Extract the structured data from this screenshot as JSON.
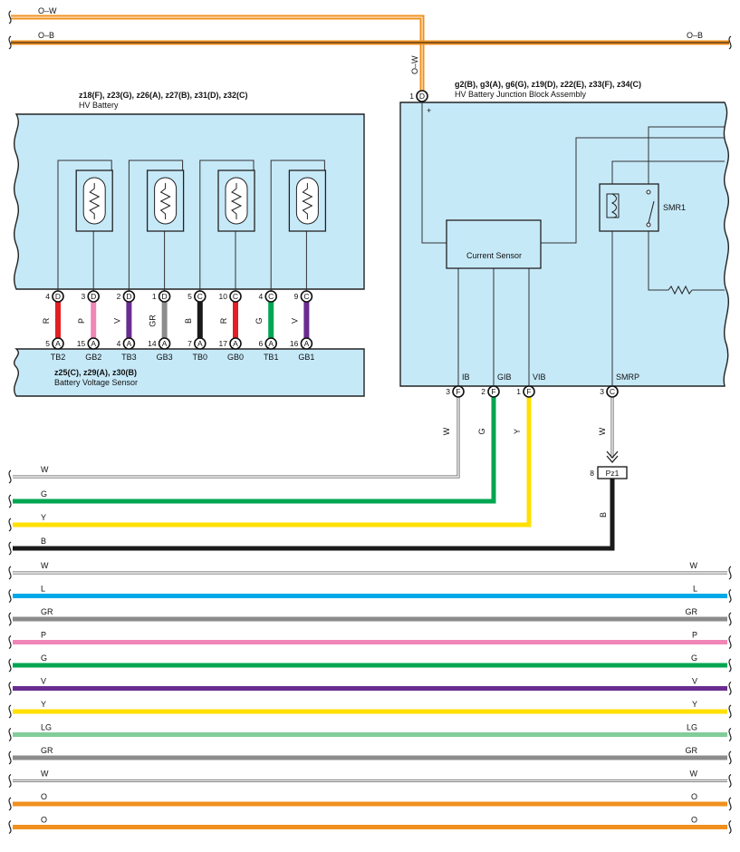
{
  "hv_battery": {
    "codes": "z18(F), z23(G), z26(A), z27(B), z31(D), z32(C)",
    "name": "HV Battery"
  },
  "battery_voltage_sensor": {
    "codes": "z25(C), z29(A), z30(B)",
    "name": "Battery Voltage Sensor"
  },
  "junction_block": {
    "codes": "g2(B), g3(A), g6(G), z19(D), z22(E), z33(F), z34(C)",
    "name": "HV Battery Junction Block Assembly",
    "current_sensor": "Current Sensor",
    "relay": "SMR1",
    "plus_sign": "+",
    "top_pin": {
      "num": "1",
      "letter": "D",
      "wire": "O–W"
    }
  },
  "top_wires": [
    {
      "label": "O–W",
      "color": "#f0901e"
    },
    {
      "label": "O–B",
      "color": "#f0901e"
    }
  ],
  "sensor_wires": [
    {
      "top_num": "4",
      "top_letter": "D",
      "wire": "R",
      "color": "#e31e24",
      "bot_num": "5",
      "bot_letter": "A",
      "name": "TB2"
    },
    {
      "top_num": "3",
      "top_letter": "D",
      "wire": "P",
      "color": "#ef86b6",
      "bot_num": "15",
      "bot_letter": "A",
      "name": "GB2"
    },
    {
      "top_num": "2",
      "top_letter": "D",
      "wire": "V",
      "color": "#6a2c8f",
      "bot_num": "4",
      "bot_letter": "A",
      "name": "TB3"
    },
    {
      "top_num": "1",
      "top_letter": "D",
      "wire": "GR",
      "color": "#8c8c8c",
      "bot_num": "14",
      "bot_letter": "A",
      "name": "GB3"
    },
    {
      "top_num": "5",
      "top_letter": "C",
      "wire": "B",
      "color": "#1a1a1a",
      "bot_num": "7",
      "bot_letter": "A",
      "name": "TB0"
    },
    {
      "top_num": "10",
      "top_letter": "C",
      "wire": "R",
      "color": "#e31e24",
      "bot_num": "17",
      "bot_letter": "A",
      "name": "GB0"
    },
    {
      "top_num": "4",
      "top_letter": "C",
      "wire": "G",
      "color": "#00a651",
      "bot_num": "6",
      "bot_letter": "A",
      "name": "TB1"
    },
    {
      "top_num": "9",
      "top_letter": "C",
      "wire": "V",
      "color": "#6a2c8f",
      "bot_num": "16",
      "bot_letter": "A",
      "name": "GB1"
    }
  ],
  "jb_pins": [
    {
      "name": "IB",
      "num": "3",
      "letter": "F",
      "wire": "W",
      "color": "#ffffff"
    },
    {
      "name": "GIB",
      "num": "2",
      "letter": "F",
      "wire": "G",
      "color": "#00a651"
    },
    {
      "name": "VIB",
      "num": "1",
      "letter": "F",
      "wire": "Y",
      "color": "#ffe000"
    },
    {
      "name": "SMRP",
      "num": "3",
      "letter": "C",
      "wire": "W",
      "color": "#ffffff"
    }
  ],
  "pz1": {
    "num": "8",
    "label": "Pz1",
    "wire": "B"
  },
  "left_wires": [
    {
      "label": "W",
      "color": "#ffffff"
    },
    {
      "label": "G",
      "color": "#00a651"
    },
    {
      "label": "Y",
      "color": "#ffe000"
    },
    {
      "label": "B",
      "color": "#1a1a1a"
    }
  ],
  "bus_wires": [
    {
      "label": "W",
      "color": "#ffffff"
    },
    {
      "label": "L",
      "color": "#00a9e8"
    },
    {
      "label": "GR",
      "color": "#8c8c8c"
    },
    {
      "label": "P",
      "color": "#ef86b6"
    },
    {
      "label": "G",
      "color": "#00a651"
    },
    {
      "label": "V",
      "color": "#6a2c8f"
    },
    {
      "label": "Y",
      "color": "#ffe000"
    },
    {
      "label": "LG",
      "color": "#82cc99"
    },
    {
      "label": "GR",
      "color": "#8c8c8c"
    },
    {
      "label": "W",
      "color": "#ffffff"
    },
    {
      "label": "O",
      "color": "#f0901e"
    },
    {
      "label": "O",
      "color": "#f0901e"
    }
  ]
}
